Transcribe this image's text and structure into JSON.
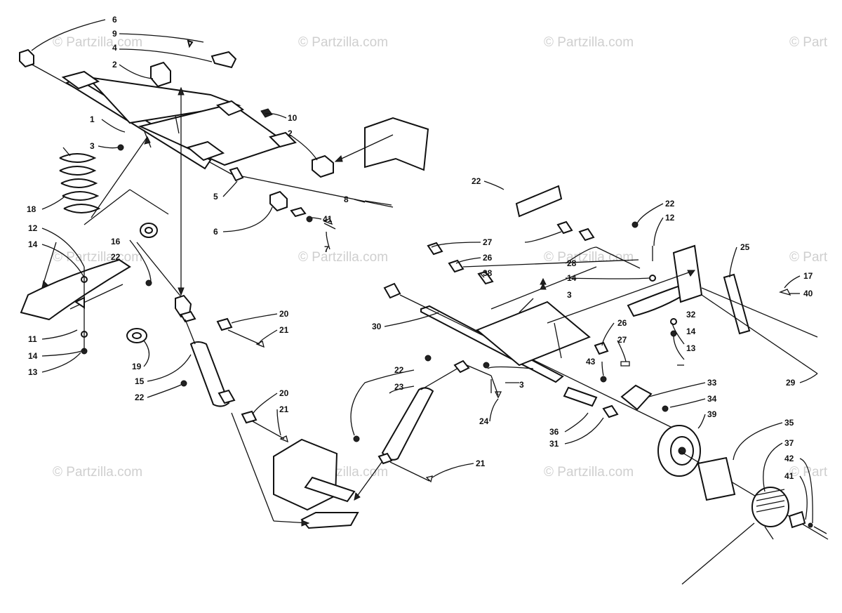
{
  "watermark": "© Partzilla.com",
  "watermark_partial": "© Part",
  "callouts": [
    {
      "id": "c6a",
      "text": "6"
    },
    {
      "id": "c9",
      "text": "9"
    },
    {
      "id": "c4",
      "text": "4"
    },
    {
      "id": "c2a",
      "text": "2"
    },
    {
      "id": "c10",
      "text": "10"
    },
    {
      "id": "c1",
      "text": "1"
    },
    {
      "id": "c3a",
      "text": "3"
    },
    {
      "id": "c2b",
      "text": "2"
    },
    {
      "id": "c18",
      "text": "18"
    },
    {
      "id": "c8",
      "text": "8"
    },
    {
      "id": "c5",
      "text": "5"
    },
    {
      "id": "c41a",
      "text": "41"
    },
    {
      "id": "c6b",
      "text": "6"
    },
    {
      "id": "c12a",
      "text": "12"
    },
    {
      "id": "c16",
      "text": "16"
    },
    {
      "id": "c22a",
      "text": "22"
    },
    {
      "id": "c7",
      "text": "7"
    },
    {
      "id": "c14a",
      "text": "14"
    },
    {
      "id": "c20a",
      "text": "20"
    },
    {
      "id": "c21a",
      "text": "21"
    },
    {
      "id": "c11",
      "text": "11"
    },
    {
      "id": "c14b",
      "text": "14"
    },
    {
      "id": "c13a",
      "text": "13"
    },
    {
      "id": "c19",
      "text": "19"
    },
    {
      "id": "c15",
      "text": "15"
    },
    {
      "id": "c22b",
      "text": "22"
    },
    {
      "id": "c20b",
      "text": "20"
    },
    {
      "id": "c21b",
      "text": "21"
    },
    {
      "id": "c22c",
      "text": "22"
    },
    {
      "id": "c22d",
      "text": "22"
    },
    {
      "id": "c12b",
      "text": "12"
    },
    {
      "id": "c27a",
      "text": "27"
    },
    {
      "id": "c26a",
      "text": "26"
    },
    {
      "id": "c38",
      "text": "38"
    },
    {
      "id": "c28",
      "text": "28"
    },
    {
      "id": "c25",
      "text": "25"
    },
    {
      "id": "c14c",
      "text": "14"
    },
    {
      "id": "c3b",
      "text": "3"
    },
    {
      "id": "c17",
      "text": "17"
    },
    {
      "id": "c40",
      "text": "40"
    },
    {
      "id": "c30",
      "text": "30"
    },
    {
      "id": "c32",
      "text": "32"
    },
    {
      "id": "c14d",
      "text": "14"
    },
    {
      "id": "c26b",
      "text": "26"
    },
    {
      "id": "c27b",
      "text": "27"
    },
    {
      "id": "c13b",
      "text": "13"
    },
    {
      "id": "c22e",
      "text": "22"
    },
    {
      "id": "c3c",
      "text": "3"
    },
    {
      "id": "c43",
      "text": "43"
    },
    {
      "id": "c29",
      "text": "29"
    },
    {
      "id": "c23",
      "text": "23"
    },
    {
      "id": "c33",
      "text": "33"
    },
    {
      "id": "c24",
      "text": "24"
    },
    {
      "id": "c34",
      "text": "34"
    },
    {
      "id": "c39",
      "text": "39"
    },
    {
      "id": "c36",
      "text": "36"
    },
    {
      "id": "c31",
      "text": "31"
    },
    {
      "id": "c35",
      "text": "35"
    },
    {
      "id": "c37",
      "text": "37"
    },
    {
      "id": "c42",
      "text": "42"
    },
    {
      "id": "c41b",
      "text": "41"
    },
    {
      "id": "c21c",
      "text": "21"
    }
  ]
}
